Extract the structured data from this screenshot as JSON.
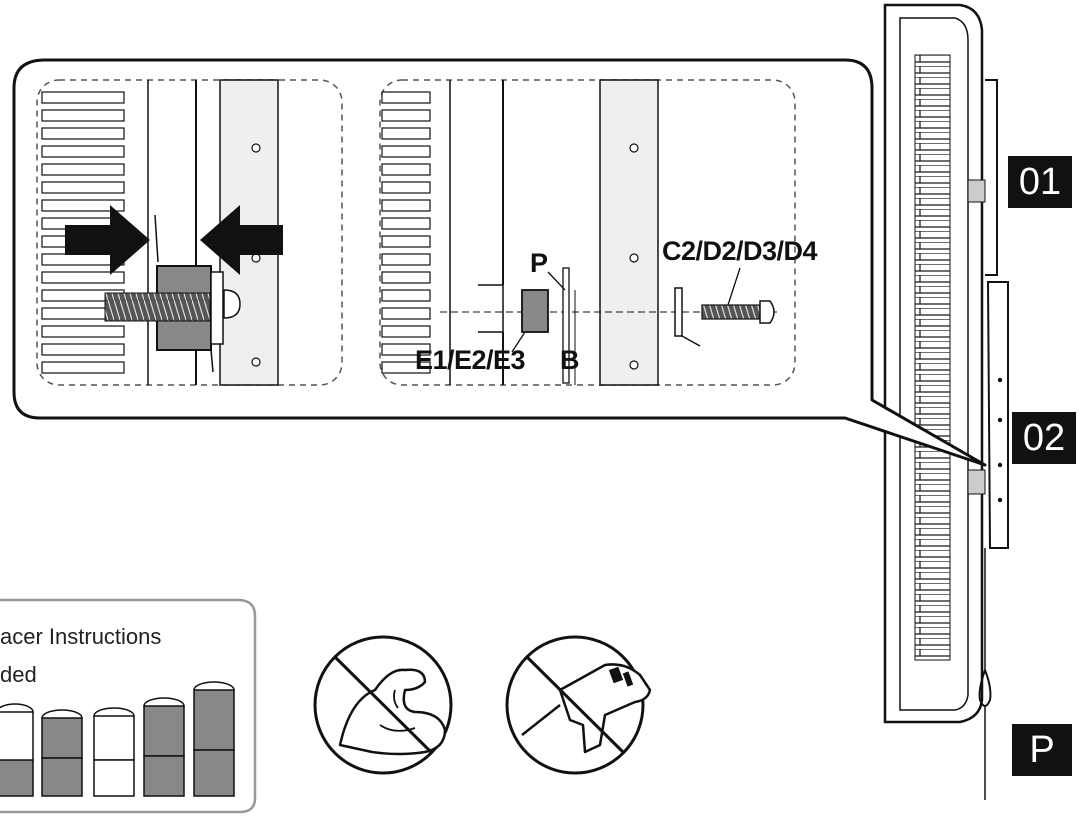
{
  "labels": {
    "p_callout": "P",
    "screw_parts": "C2/D2/D3/D4",
    "spacer_parts": "E1/E2/E3",
    "bracket_callout": "B"
  },
  "steps": {
    "step1": "01",
    "step2": "02",
    "step_p": "P"
  },
  "spacer_box": {
    "line1": "acer Instructions",
    "line2": "ded"
  },
  "icons": {
    "no_force": "flexed-arm-icon",
    "no_power_drill": "power-drill-icon",
    "push_arrows": "arrow-icon"
  },
  "colors": {
    "ink": "#111111",
    "spacer_fill": "#888888",
    "plate_fill": "#f2f2f2",
    "badge_bg": "#111111",
    "badge_fg": "#ffffff",
    "box_border": "#999999"
  }
}
